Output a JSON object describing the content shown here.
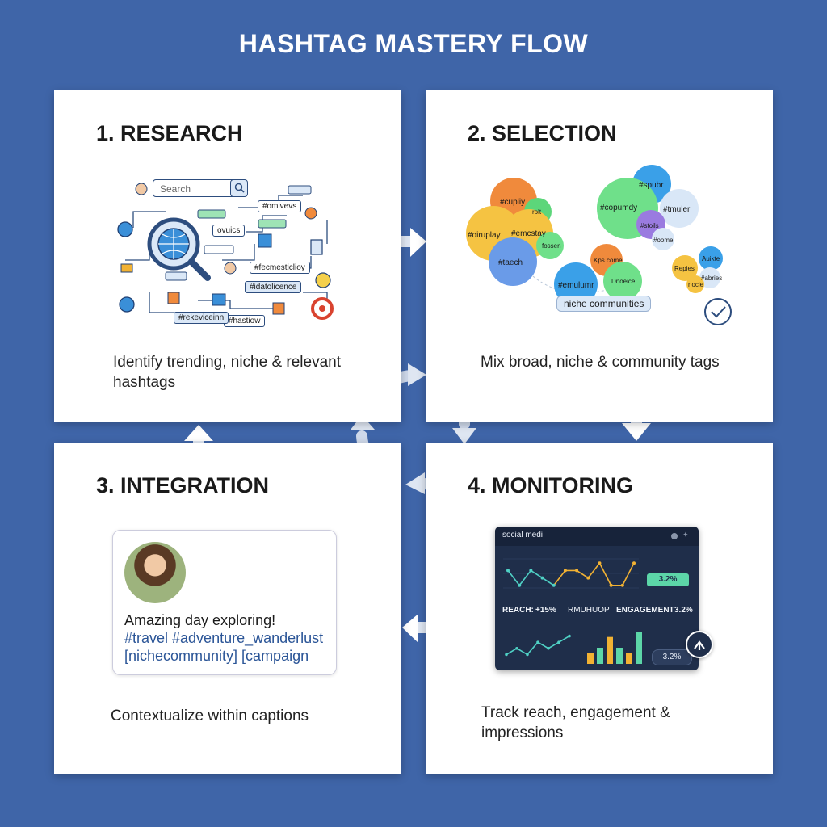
{
  "title": "HASHTAG MASTERY FLOW",
  "steps": [
    {
      "heading": "1. RESEARCH",
      "caption": "Identify trending, niche & relevant hashtags"
    },
    {
      "heading": "2. SELECTION",
      "caption": "Mix broad, niche & community tags"
    },
    {
      "heading": "3. INTEGRATION",
      "caption": "Contextualize within captions"
    },
    {
      "heading": "4. MONITORING",
      "caption": "Track reach, engagement & impressions"
    }
  ],
  "research": {
    "search_placeholder": "Search",
    "tags": [
      "#omivevs",
      "ovuics",
      "#fecmesticlioy",
      "#idatolicence",
      "#hastiow",
      "#rekeviceinn"
    ]
  },
  "selection": {
    "bubbles": [
      "#cupliy",
      "rolt",
      "#oiruplay",
      "#emcstay",
      "fossen",
      "#taech",
      "#spubr",
      "#copumdy",
      "#tmuler",
      "#stoils",
      "#oome",
      "Kps come",
      "#emulumr",
      "Dnoeice",
      "Auikte",
      "Repies",
      "#abries",
      "nocie"
    ],
    "niche_label": "niche communities"
  },
  "integration": {
    "post_text": "Amazing day exploring!",
    "post_tags_line1": "#travel #adventure_wanderlust",
    "post_tags_line2": "[nichecommunity] [campaign"
  },
  "monitoring": {
    "dash_title": "social medi",
    "reach_label": "REACH:",
    "reach_value": "+15%",
    "mid_label": "RMUHUOP",
    "engagement_label": "ENGAGEMENT",
    "engagement_value": "3.2%",
    "pill_top": "3.2%",
    "pill_bottom": "3.2%",
    "line_series": [
      3,
      1,
      3,
      2,
      1,
      3,
      3,
      2,
      4,
      1,
      1,
      4
    ],
    "small_line_series": [
      1,
      2,
      1,
      3,
      2,
      3,
      4
    ],
    "bar_values": [
      2,
      3,
      5,
      3,
      2,
      6
    ],
    "colors": {
      "accent": "#5cd6a8",
      "line_teal": "#4fd1c5",
      "line_gold": "#f2b233",
      "bar_gold": "#f2b233",
      "bar_green": "#5cd6a8"
    }
  }
}
